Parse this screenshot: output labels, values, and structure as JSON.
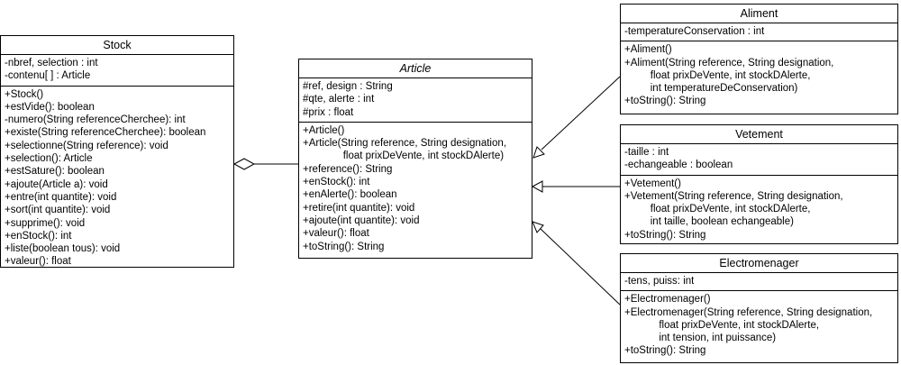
{
  "classes": {
    "stock": {
      "name": "Stock",
      "attributes": [
        "-nbref, selection : int",
        "-contenu[ ] : Article"
      ],
      "operations": [
        "+Stock()",
        "+estVide(): boolean",
        "-numero(String referenceCherchee): int",
        "+existe(String referenceCherchee): boolean",
        "+selectionne(String reference): void",
        "+selection(): Article",
        "+estSature(): boolean",
        "+ajoute(Article a): void",
        "+entre(int quantite): void",
        "+sort(int quantite): void",
        "+supprime(): void",
        "+enStock(): int",
        "+liste(boolean tous): void",
        "+valeur(): float"
      ]
    },
    "article": {
      "name": "Article",
      "attributes": [
        "#ref, design : String",
        "#qte, alerte : int",
        "#prix : float"
      ],
      "operations": [
        "+Article()",
        "+Article(String reference, String designation,",
        "              float prixDeVente, int stockDAlerte)",
        "+reference(): String",
        "+enStock(): int",
        "+enAlerte(): boolean",
        "+retire(int quantite): void",
        "+ajoute(int quantite): void",
        "+valeur(): float",
        "+toString(): String"
      ]
    },
    "aliment": {
      "name": "Aliment",
      "attributes": [
        "-temperatureConservation : int"
      ],
      "operations": [
        "+Aliment()",
        "+Aliment(String reference, String designation,",
        "         float prixDeVente, int stockDAlerte,",
        "         int temperatureDeConservation)",
        "+toString(): String"
      ]
    },
    "vetement": {
      "name": "Vetement",
      "attributes": [
        "-taille : int",
        "-echangeable : boolean"
      ],
      "operations": [
        "+Vetement()",
        "+Vetement(String reference, String designation,",
        "         float prixDeVente, int stockDAlerte,",
        "         int taille, boolean echangeable)",
        "+toString(): String"
      ]
    },
    "electromenager": {
      "name": "Electromenager",
      "attributes": [
        "-tens, puiss: int"
      ],
      "operations": [
        "+Electromenager()",
        "+Electromenager(String reference, String designation,",
        "            float prixDeVente, int stockDAlerte,",
        "            int tension, int puissance)",
        "+toString(): String"
      ]
    }
  }
}
